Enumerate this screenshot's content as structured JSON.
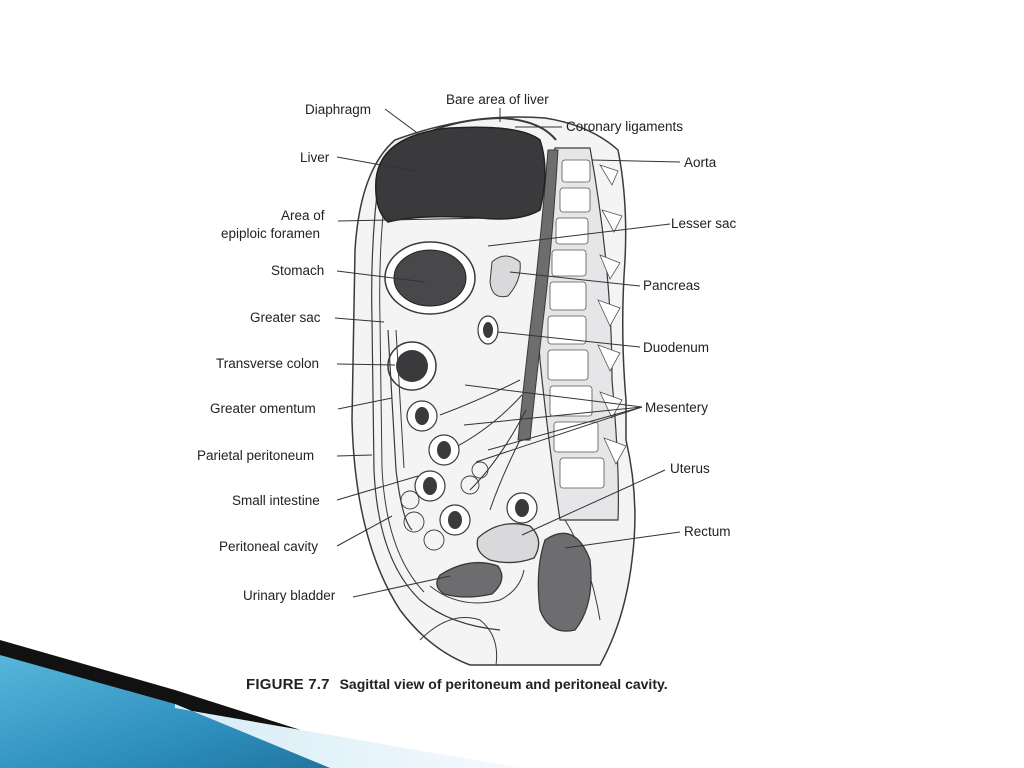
{
  "figure": {
    "number": "FIGURE 7.7",
    "caption": "Sagittal view of peritoneum and peritoneal cavity."
  },
  "labels": {
    "diaphragm": "Diaphragm",
    "bare_area_of_liver": "Bare area of liver",
    "coronary_ligaments": "Coronary ligaments",
    "liver": "Liver",
    "aorta": "Aorta",
    "area_of_epiploic_foramen_line1": "Area of",
    "area_of_epiploic_foramen_line2": "epiploic foramen",
    "lesser_sac": "Lesser sac",
    "stomach": "Stomach",
    "pancreas": "Pancreas",
    "greater_sac": "Greater sac",
    "duodenum": "Duodenum",
    "transverse_colon": "Transverse colon",
    "greater_omentum": "Greater omentum",
    "mesentery": "Mesentery",
    "parietal_peritoneum": "Parietal peritoneum",
    "uterus": "Uterus",
    "small_intestine": "Small intestine",
    "rectum": "Rectum",
    "peritoneal_cavity": "Peritoneal cavity",
    "urinary_bladder": "Urinary bladder"
  },
  "colors": {
    "organ_dark": "#3a3a3c",
    "organ_mid": "#6d6d70",
    "tissue_light": "#d9d9db",
    "tissue_pale": "#ececee",
    "outline": "#3a3a3a",
    "accent_blue": "#2b8fc0",
    "accent_black": "#111111"
  }
}
